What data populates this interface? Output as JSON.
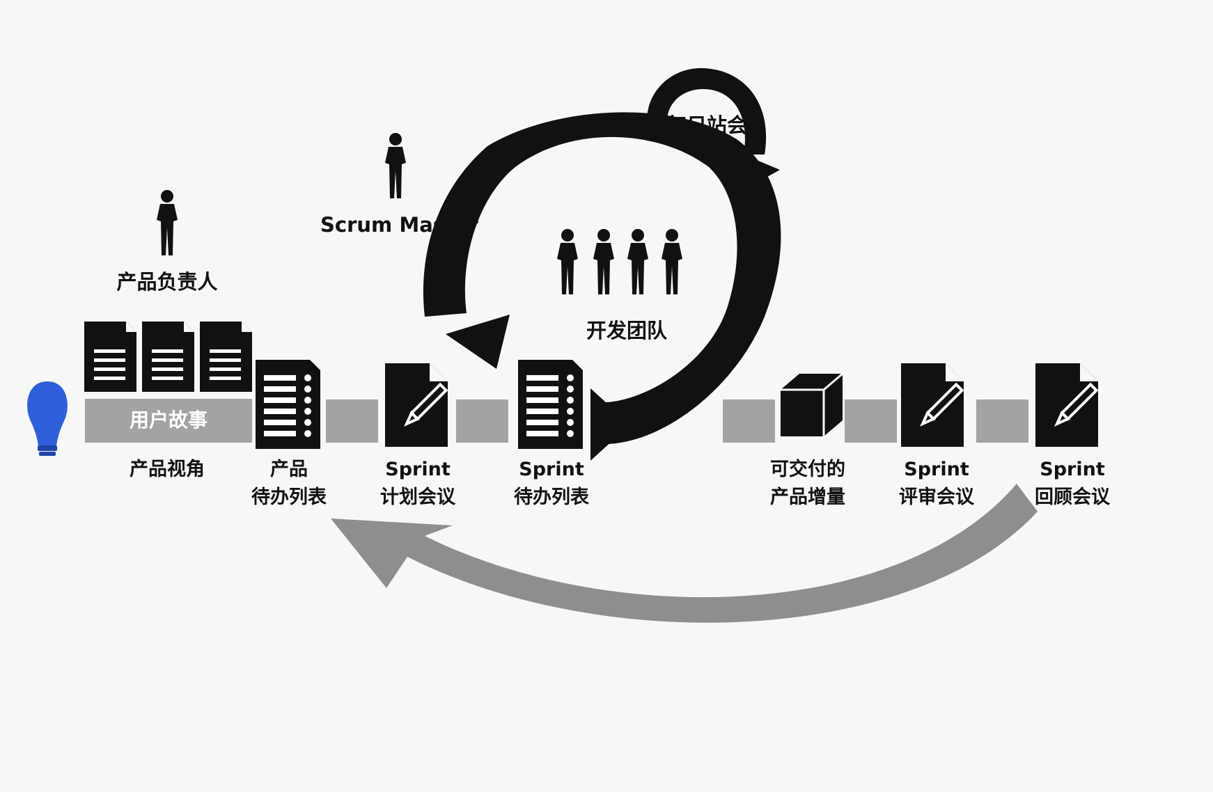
{
  "roles": {
    "product_owner": "产品负责人",
    "scrum_master": "Scrum Master",
    "dev_team": "开发团队"
  },
  "daily_standup": "每日站会",
  "user_stories": "用户故事",
  "flow": [
    {
      "lines": [
        "产品视角"
      ]
    },
    {
      "lines": [
        "产品",
        "待办列表"
      ]
    },
    {
      "lines": [
        "Sprint",
        "计划会议"
      ]
    },
    {
      "lines": [
        "Sprint",
        "待办列表"
      ]
    },
    {
      "lines": [
        "可交付的",
        "产品增量"
      ]
    },
    {
      "lines": [
        "Sprint",
        "评审会议"
      ]
    },
    {
      "lines": [
        "Sprint",
        "回顾会议"
      ]
    }
  ],
  "colors": {
    "background": "#f7f7f5",
    "ink": "#111111",
    "connector_gray": "#a3a3a3",
    "feedback_arrow": "#8e8e8e",
    "idea_blue": "#2f5fd8"
  }
}
